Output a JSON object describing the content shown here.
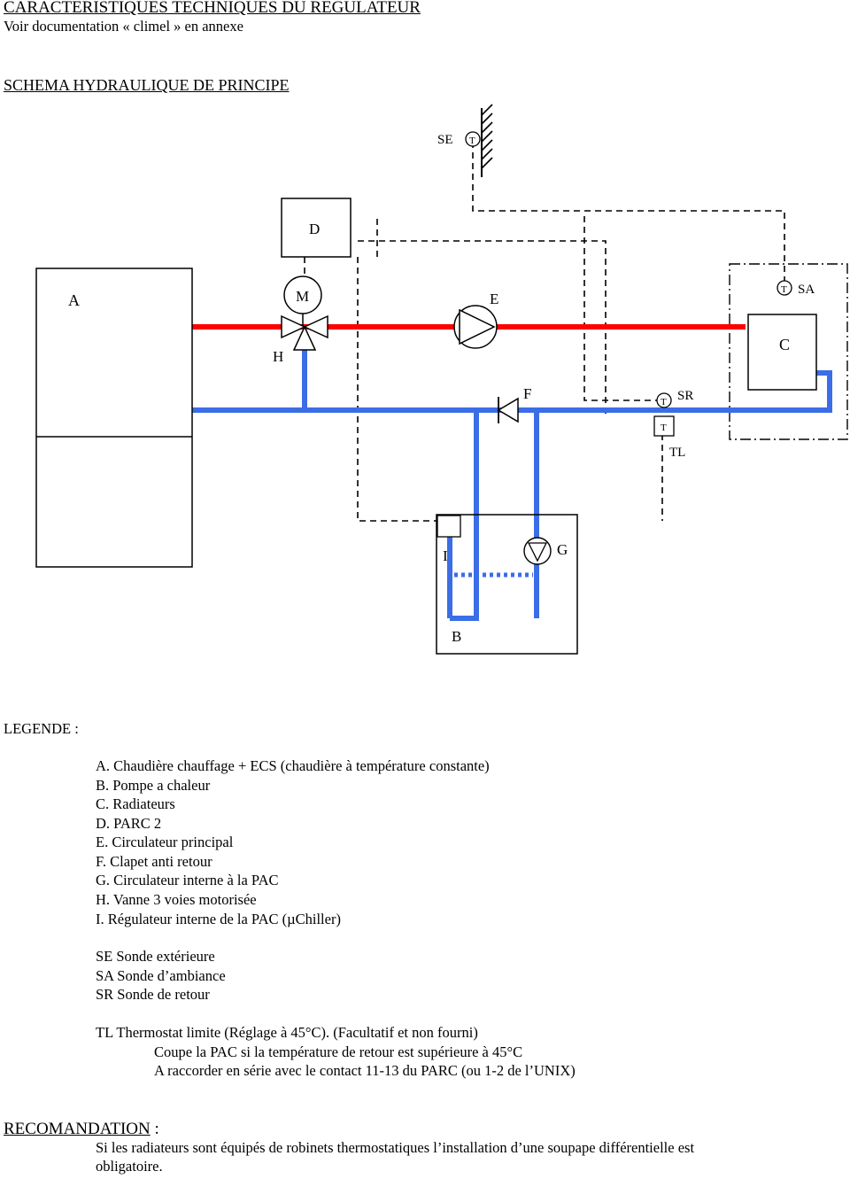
{
  "header": {
    "title": "CARACTERISTIQUES TECHNIQUES DU REGULATEUR",
    "subtitle": "Voir documentation « climel » en annexe"
  },
  "schema": {
    "title": "SCHEMA HYDRAULIQUE DE PRINCIPE",
    "labels": {
      "se": "SE",
      "t": "T",
      "d": "D",
      "a": "A",
      "m": "M",
      "e": "E",
      "sa": "SA",
      "h": "H",
      "c": "C",
      "f": "F",
      "sr": "SR",
      "tl": "TL",
      "i": "I",
      "g": "G",
      "b": "B"
    },
    "colors": {
      "hot": "#ff0000",
      "cold": "#3b6ee6"
    }
  },
  "legend": {
    "title": "LEGENDE :",
    "items": [
      "A. Chaudière chauffage + ECS (chaudière à température constante)",
      "B. Pompe a chaleur",
      "C. Radiateurs",
      "D. PARC 2",
      "E. Circulateur principal",
      "F. Clapet anti retour",
      "G. Circulateur interne à la PAC",
      "H. Vanne 3 voies motorisée",
      "I. Régulateur interne de la PAC (µChiller)"
    ],
    "sondes": [
      "SE Sonde extérieure",
      "SA Sonde d’ambiance",
      "SR Sonde de retour"
    ],
    "tl": {
      "line1": "TL Thermostat limite (Réglage à 45°C). (Facultatif et non fourni)",
      "line2": "Coupe la PAC si la température de retour est supérieure à 45°C",
      "line3": "A raccorder en série avec le contact 11-13 du PARC (ou 1-2 de l’UNIX)"
    }
  },
  "recommendation": {
    "title": "RECOMANDATION",
    "title_suffix": " :",
    "line1": "Si les radiateurs sont équipés de robinets thermostatiques l’installation d’une soupape différentielle est",
    "line2": "obligatoire."
  }
}
